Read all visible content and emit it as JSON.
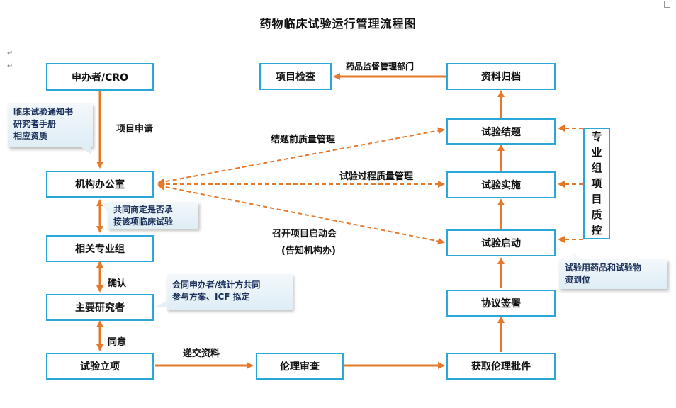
{
  "title": "药物临床试验运行管理流程图",
  "boxes": {
    "sponsor": "申办者/CRO",
    "institution_office": "机构办公室",
    "specialty_group": "相关专业组",
    "principal_investigator": "主要研究者",
    "project_approval": "试验立项",
    "ethics_review": "伦理审查",
    "ethics_approval": "获取伦理批件",
    "agreement_signing": "协议签署",
    "trial_start": "试验启动",
    "trial_implementation": "试验实施",
    "trial_closure": "试验结题",
    "archiving": "资料归档",
    "project_inspection": "项目检查"
  },
  "vertical_box": [
    "专",
    "业",
    "组",
    "项",
    "目",
    "质",
    "控"
  ],
  "notes": {
    "docs": [
      "临床试验通知书",
      "研究者手册",
      "相应资质"
    ],
    "negotiate": [
      "共同商定是否承",
      "接该项临床试验"
    ],
    "protocol": [
      "会同申办者/统计方共同",
      "参与方案、ICF 拟定"
    ],
    "drugs": [
      "试验用药品和试验物",
      "资到位"
    ]
  },
  "labels": {
    "project_application": "项目申请",
    "confirm": "确认",
    "agree": "同意",
    "submit_docs": "递交资料",
    "drug_authority": "药品监督管理部门",
    "pre_closure_qc": "结题前质量管理",
    "process_qc": "试验过程质量管理",
    "kickoff_meeting": "召开项目启动会",
    "inform_institution": "(告知机构办)"
  },
  "colors": {
    "box_border": "#2aa6d8",
    "arrow": "#e5782a"
  }
}
